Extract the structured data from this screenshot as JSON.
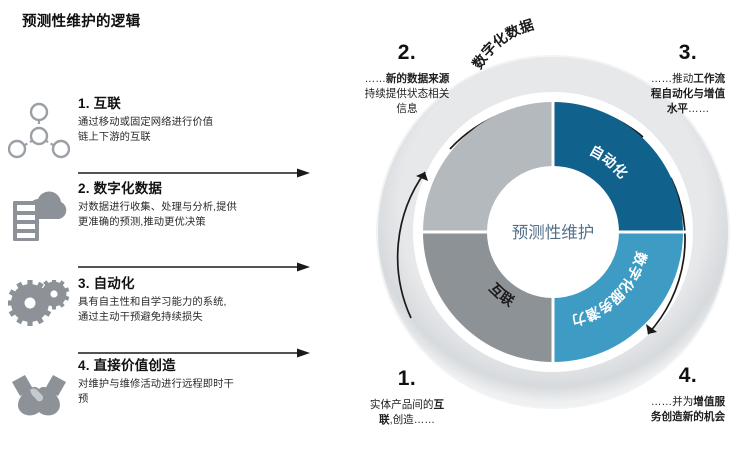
{
  "page": {
    "title": "预测性维护的逻辑",
    "bg": "#ffffff"
  },
  "colors": {
    "dark_blue": "#11618d",
    "light_blue": "#3e9cc4",
    "gray_mid": "#b4b9bd",
    "gray_dark": "#8d9297",
    "outer_ring": "#dcdee0",
    "center_text": "#53718a",
    "icon_gray": "#8d9298",
    "arrow_black": "#1a1a1a",
    "title_black": "#111111"
  },
  "steps": [
    {
      "icon": "network-nodes-icon",
      "title": "1. 互联",
      "desc": "通过移动或固定网络进行价值\n链上下游的互联"
    },
    {
      "icon": "server-cloud-icon",
      "title": "2. 数字化数据",
      "desc": "对数据进行收集、处理与分析,提供\n更准确的预测,推动更优决策"
    },
    {
      "icon": "gears-icon",
      "title": "3. 自动化",
      "desc": "具有自主性和自学习能力的系统,\n通过主动干预避免持续损失"
    },
    {
      "icon": "handshake-icon",
      "title": "4. 直接价值创造",
      "desc": "对维护与维修活动进行远程即时干\n预"
    }
  ],
  "dividers": [
    {
      "name": "divider-arrow-1"
    },
    {
      "name": "divider-arrow-2"
    },
    {
      "name": "divider-arrow-3"
    }
  ],
  "donut": {
    "center_label": "预测性维护",
    "segments": [
      {
        "key": "digital_data",
        "label": "数字化数据",
        "color": "#b4b9bd",
        "text_color": "#1b1b1b",
        "position": "top-left"
      },
      {
        "key": "automation",
        "label": "自动化",
        "color": "#11618d",
        "text_color": "#ffffff",
        "position": "top-right"
      },
      {
        "key": "connectivity",
        "label": "互联",
        "color": "#8d9297",
        "text_color": "#1b1b1b",
        "position": "bottom-left"
      },
      {
        "key": "digital_services",
        "label": "数字化服务潜力",
        "color": "#3e9cc4",
        "text_color": "#ffffff",
        "position": "bottom-right"
      }
    ],
    "outer_ring_color": "#dcdee0",
    "cycle_arrows": 2
  },
  "callouts": [
    {
      "id": "callout-1",
      "number": "1.",
      "lead": "",
      "lines": [
        {
          "plain": "实体产品间的",
          "bold": "互"
        },
        {
          "bold": "联",
          "plain": ",创造……"
        }
      ],
      "text": "实体产品间的互联,创造……",
      "position": "bottom-left"
    },
    {
      "id": "callout-2",
      "number": "2.",
      "lines": [
        {
          "plain": "……",
          "bold": "新的数据来源"
        },
        {
          "plain": "持续提供状态相关"
        },
        {
          "plain": "信息"
        }
      ],
      "text": "……新的数据来源持续提供状态相关信息",
      "position": "top-left"
    },
    {
      "id": "callout-3",
      "number": "3.",
      "lines": [
        {
          "plain": "……推动",
          "bold": "工作流"
        },
        {
          "bold": "程自动化与增值"
        },
        {
          "bold": "水平",
          "plain": "……"
        }
      ],
      "text": "……推动工作流程自动化与增值水平……",
      "position": "top-right"
    },
    {
      "id": "callout-4",
      "number": "4.",
      "lines": [
        {
          "plain": "……并为",
          "bold": "增值服"
        },
        {
          "bold": "务创造新的机会"
        }
      ],
      "text": "……并为增值服务创造新的机会",
      "position": "bottom-right"
    }
  ]
}
